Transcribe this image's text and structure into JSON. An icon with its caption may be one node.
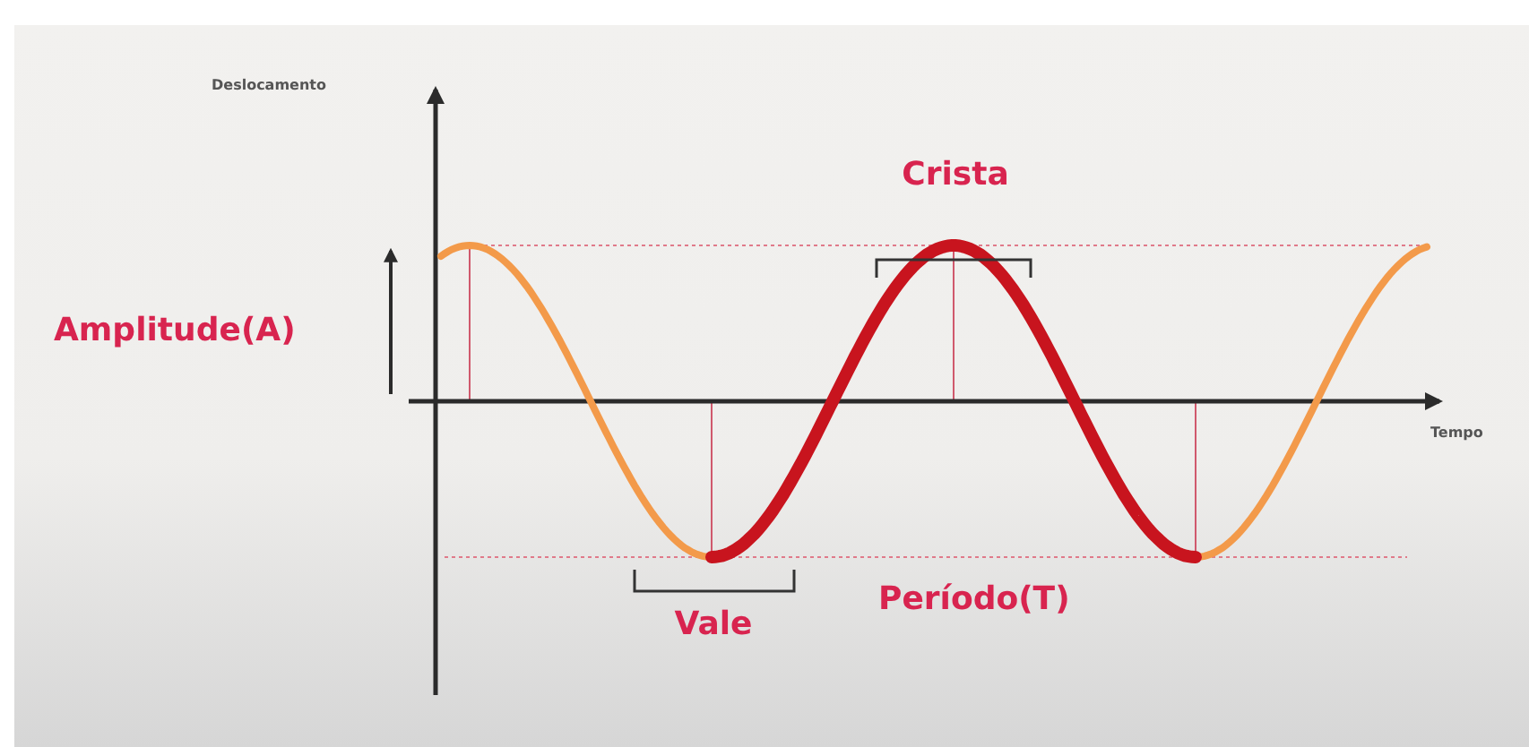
{
  "diagram": {
    "labels": [
      "Deslocamento",
      "Crista",
      "Amplitude**(A)**",
      "Tempo",
      "Vale",
      "Período**(T)**"
    ]
  }
}
